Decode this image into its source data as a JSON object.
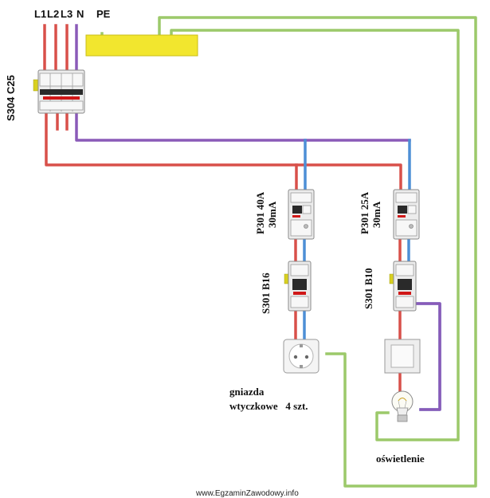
{
  "terminals": {
    "l1": "L1",
    "l2": "L2",
    "l3": "L3",
    "n": "N",
    "pe": "PE"
  },
  "main_breaker": {
    "label": "S304 C25"
  },
  "circuit_sockets": {
    "rcd_line1": "P301 40A",
    "rcd_line2": "30mA",
    "mcb": "S301 B16",
    "load_line1": "gniazda",
    "load_line2": "wtyczkowe   4 szt."
  },
  "circuit_lighting": {
    "rcd_line1": "P301 25A",
    "rcd_line2": "30mA",
    "mcb": "S301 B10",
    "load": "oświetlenie"
  },
  "colors": {
    "phase": "#d8504a",
    "neutral": "#4d8fd6",
    "pe": "#9cc96a",
    "switched": "#8a5ab8",
    "pe_bar": "#f2e62e"
  },
  "icons": [
    "socket-icon",
    "switch-icon",
    "bulb-icon"
  ],
  "footer": "www.EgzaminZawodowy.info"
}
